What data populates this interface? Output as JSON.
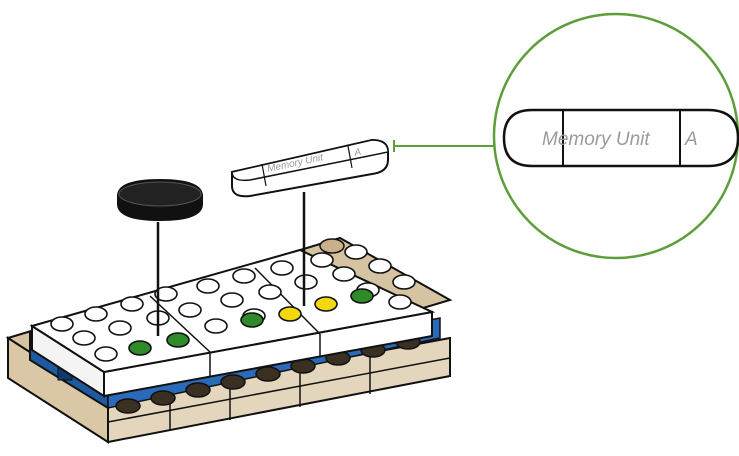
{
  "labels": {
    "callout_main": "Memory Unit",
    "callout_suffix": "A",
    "plate_main": "Memory Unit",
    "plate_suffix": "A"
  },
  "colors": {
    "callout_ring": "#5f9c3a",
    "leader_line": "#5f9c3a",
    "tan_base": "#d6c3a2",
    "tan_stud": "#c9b08a",
    "dark_stud": "#3a3022",
    "blue_panel": "#1f5aa0",
    "green_stud": "#2f8a2a",
    "yellow_stud": "#f2d80c",
    "white_brick": "#ffffff",
    "black_cap": "#111111"
  },
  "icons": {
    "black_tile": "black-oval-tile",
    "white_tile": "memory-unit-oval-tile",
    "callout": "magnifier-callout-circle"
  }
}
